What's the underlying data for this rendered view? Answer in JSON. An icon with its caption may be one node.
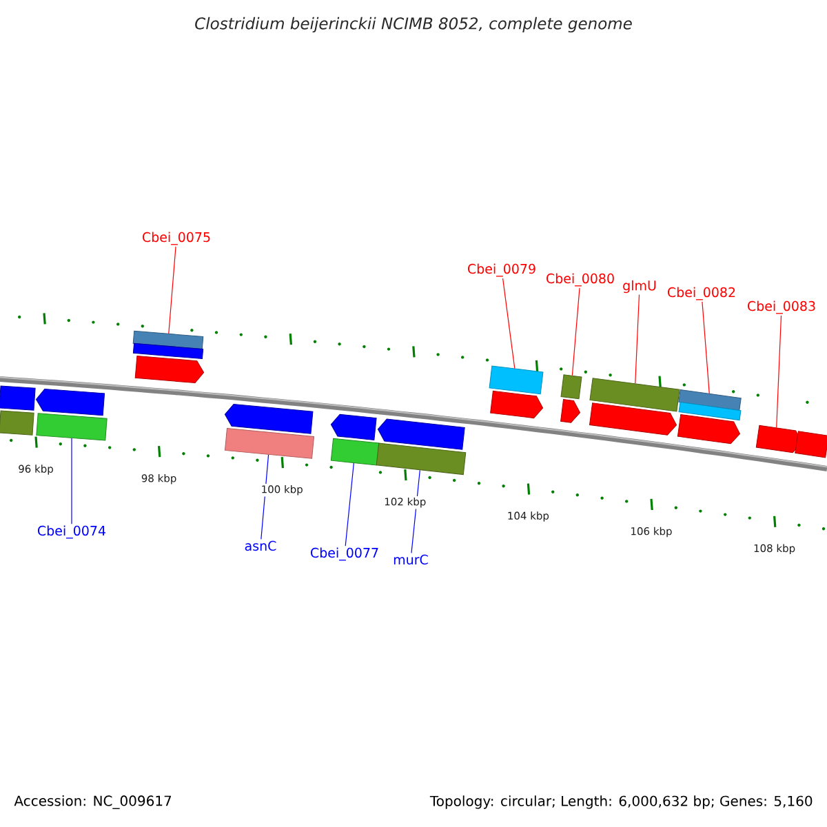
{
  "diagram": {
    "title": "Clostridium beijerinckii NCIMB 8052, complete genome",
    "nodes": [
      {
        "text": [
          "Cbei_0075"
        ]
      },
      {
        "text": [
          "Cbei_0079"
        ]
      },
      {
        "text": [
          "Cbei_0080"
        ]
      },
      {
        "text": [
          "glmU"
        ]
      },
      {
        "text": [
          "Cbei_0082"
        ]
      },
      {
        "text": [
          "Cbei_0083"
        ]
      },
      {
        "text": [
          "Cbei_0074"
        ]
      },
      {
        "text": [
          "asnC"
        ]
      },
      {
        "text": [
          "Cbei_0077"
        ]
      },
      {
        "text": [
          "murC"
        ]
      },
      {
        "text": [],
        "shape": "box"
      },
      {
        "text": [],
        "shape": "box"
      },
      {
        "text": [],
        "shape": "box"
      },
      {
        "text": [],
        "shape": "arrow"
      },
      {
        "text": [],
        "shape": "arrow"
      },
      {
        "text": [],
        "shape": "box"
      },
      {
        "text": [],
        "shape": "box"
      },
      {
        "text": [],
        "shape": "box"
      },
      {
        "text": [],
        "shape": "arrow"
      },
      {
        "text": [],
        "shape": "box"
      },
      {
        "text": [],
        "shape": "arrow"
      },
      {
        "text": [],
        "shape": "box"
      },
      {
        "text": [],
        "shape": "arrow"
      },
      {
        "text": [],
        "shape": "arrow"
      },
      {
        "text": [],
        "shape": "box"
      },
      {
        "text": [],
        "shape": "arrow"
      },
      {
        "text": [],
        "shape": "box"
      },
      {
        "text": [],
        "shape": "arrow"
      },
      {
        "text": [],
        "shape": "box"
      },
      {
        "text": [],
        "shape": "arrow"
      },
      {
        "text": [],
        "shape": "box"
      },
      {
        "text": [],
        "shape": "box"
      },
      {
        "text": [],
        "shape": "arrow"
      },
      {
        "text": [],
        "shape": "box"
      }
    ],
    "edges": [
      {
        "from": 0,
        "to": 15,
        "arrow": "none"
      },
      {
        "from": 1,
        "to": 24,
        "arrow": "none"
      },
      {
        "from": 2,
        "to": 26,
        "arrow": "none"
      },
      {
        "from": 3,
        "to": 28,
        "arrow": "none"
      },
      {
        "from": 4,
        "to": 30,
        "arrow": "none"
      },
      {
        "from": 5,
        "to": 32,
        "arrow": "none"
      },
      {
        "from": 6,
        "to": 12,
        "arrow": "none",
        "color": "#0000ff"
      },
      {
        "from": 7,
        "to": 17,
        "arrow": "none",
        "color": "#0000ff"
      },
      {
        "from": 8,
        "to": 19,
        "arrow": "none",
        "color": "#0000ff"
      },
      {
        "from": 9,
        "to": 21,
        "arrow": "none",
        "color": "#0000ff"
      }
    ],
    "labels": [
      "96 kbp",
      "98 kbp",
      "100 kbp",
      "102 kbp",
      "104 kbp",
      "106 kbp",
      "108 kbp",
      "Accession: NC_009617",
      "Topology: circular; Length: 6,000,632 bp; Genes: 5,160"
    ]
  }
}
